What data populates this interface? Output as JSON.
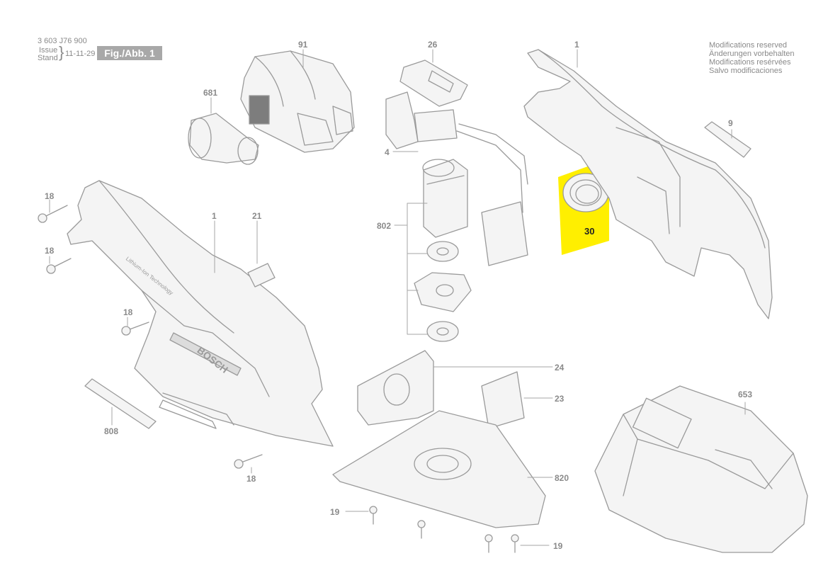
{
  "header": {
    "part_number": "3 603 J76 900",
    "issue_label": "Issue",
    "stand_label": "Stand",
    "date": "11-11-29",
    "figure_label": "Fig./Abb. 1"
  },
  "modifications": [
    "Modifications reserved",
    "Änderungen vorbehalten",
    "Modifications resérvées",
    "Salvo modificaciones"
  ],
  "callouts": {
    "c91": "91",
    "c26": "26",
    "c1_top": "1",
    "c681": "681",
    "c4": "4",
    "c9": "9",
    "c18_a": "18",
    "c18_b": "18",
    "c18_c": "18",
    "c18_d": "18",
    "c1_mid": "1",
    "c21": "21",
    "c802": "802",
    "c30": "30",
    "c24": "24",
    "c23": "23",
    "c653": "653",
    "c808": "808",
    "c820": "820",
    "c19_left": "19",
    "c19_right": "19"
  },
  "highlight": {
    "color": "#ffef00",
    "part": "30"
  },
  "handle_text": {
    "brand": "BOSCH",
    "tech": "Lithium-Ion Technology"
  }
}
